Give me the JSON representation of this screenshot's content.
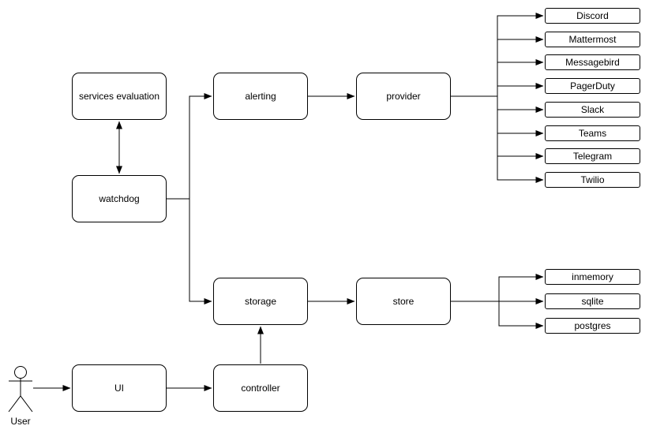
{
  "diagram": {
    "title": "",
    "nodes": {
      "services_evaluation": {
        "label": "services evaluation"
      },
      "watchdog": {
        "label": "watchdog"
      },
      "alerting": {
        "label": "alerting"
      },
      "provider": {
        "label": "provider"
      },
      "storage": {
        "label": "storage"
      },
      "store": {
        "label": "store"
      },
      "ui": {
        "label": "UI"
      },
      "controller": {
        "label": "controller"
      }
    },
    "providers": [
      "Discord",
      "Mattermost",
      "Messagebird",
      "PagerDuty",
      "Slack",
      "Teams",
      "Telegram",
      "Twilio"
    ],
    "stores": [
      "inmemory",
      "sqlite",
      "postgres"
    ],
    "actor": {
      "label": "User"
    },
    "colors": {
      "stroke": "#000000",
      "node_fill": "#ffffff",
      "text": "#000000",
      "background": "#ffffff"
    }
  }
}
